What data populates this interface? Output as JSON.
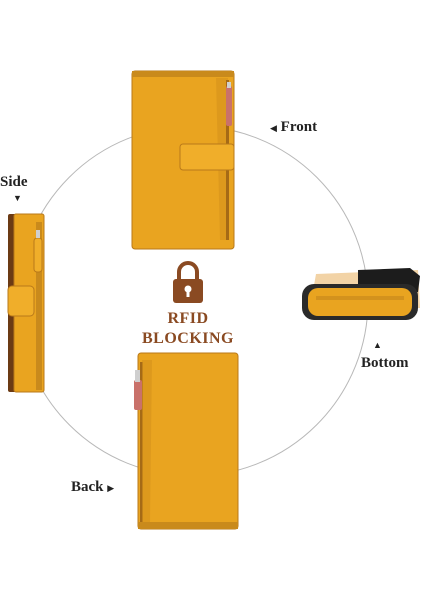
{
  "views": {
    "front": "Front",
    "side": "Side",
    "bottom": "Bottom",
    "back": "Back"
  },
  "badge": {
    "line1": "RFID",
    "line2": "BLOCKING",
    "icon": "padlock-icon"
  },
  "colors": {
    "leather": "#e8a21f",
    "leather_dark": "#c9851a",
    "brown": "#8a4a22",
    "zip_pull": "#c9716a"
  }
}
